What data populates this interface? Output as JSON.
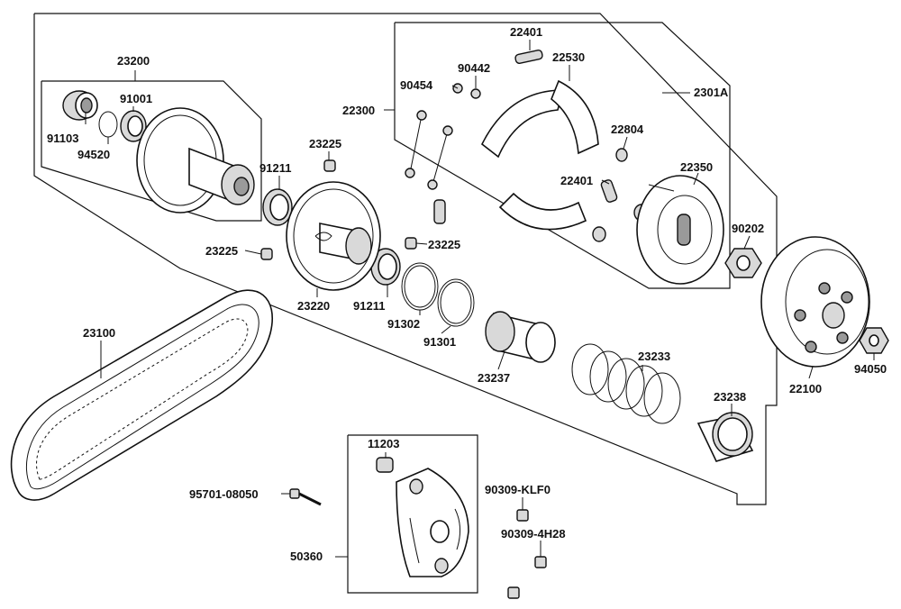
{
  "labels": {
    "p23200": "23200",
    "p91001": "91001",
    "p91103": "91103",
    "p94520": "94520",
    "p23225a": "23225",
    "p23225b": "23225",
    "p23225c": "23225",
    "p91211a": "91211",
    "p91211b": "91211",
    "p23220": "23220",
    "p91302": "91302",
    "p91301": "91301",
    "p22300": "22300",
    "p22401a": "22401",
    "p22401b": "22401",
    "p90442": "90442",
    "p90454": "90454",
    "p22530": "22530",
    "p2301A": "2301A",
    "p22804": "22804",
    "p22350": "22350",
    "p90202": "90202",
    "p22100": "22100",
    "p94050": "94050",
    "p23237": "23237",
    "p23233": "23233",
    "p23238": "23238",
    "p23100": "23100",
    "p11203": "11203",
    "p95701": "95701-08050",
    "p50360": "50360",
    "p90309klf": "90309-KLF0",
    "p903094h": "90309-4H28"
  }
}
